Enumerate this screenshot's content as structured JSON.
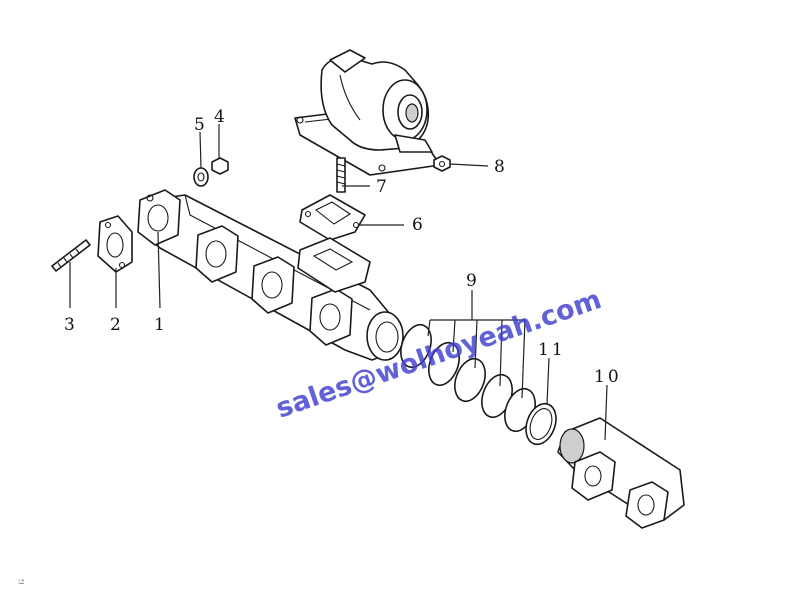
{
  "diagram": {
    "callouts": {
      "c1": "1",
      "c2": "2",
      "c3": "3",
      "c4": "4",
      "c5": "5",
      "c6": "6",
      "c7": "7",
      "c8": "8",
      "c9": "9",
      "c10": "10",
      "c11": "11"
    },
    "watermark": "sales@wolhoyeah.com",
    "corner_mark": "ය"
  }
}
